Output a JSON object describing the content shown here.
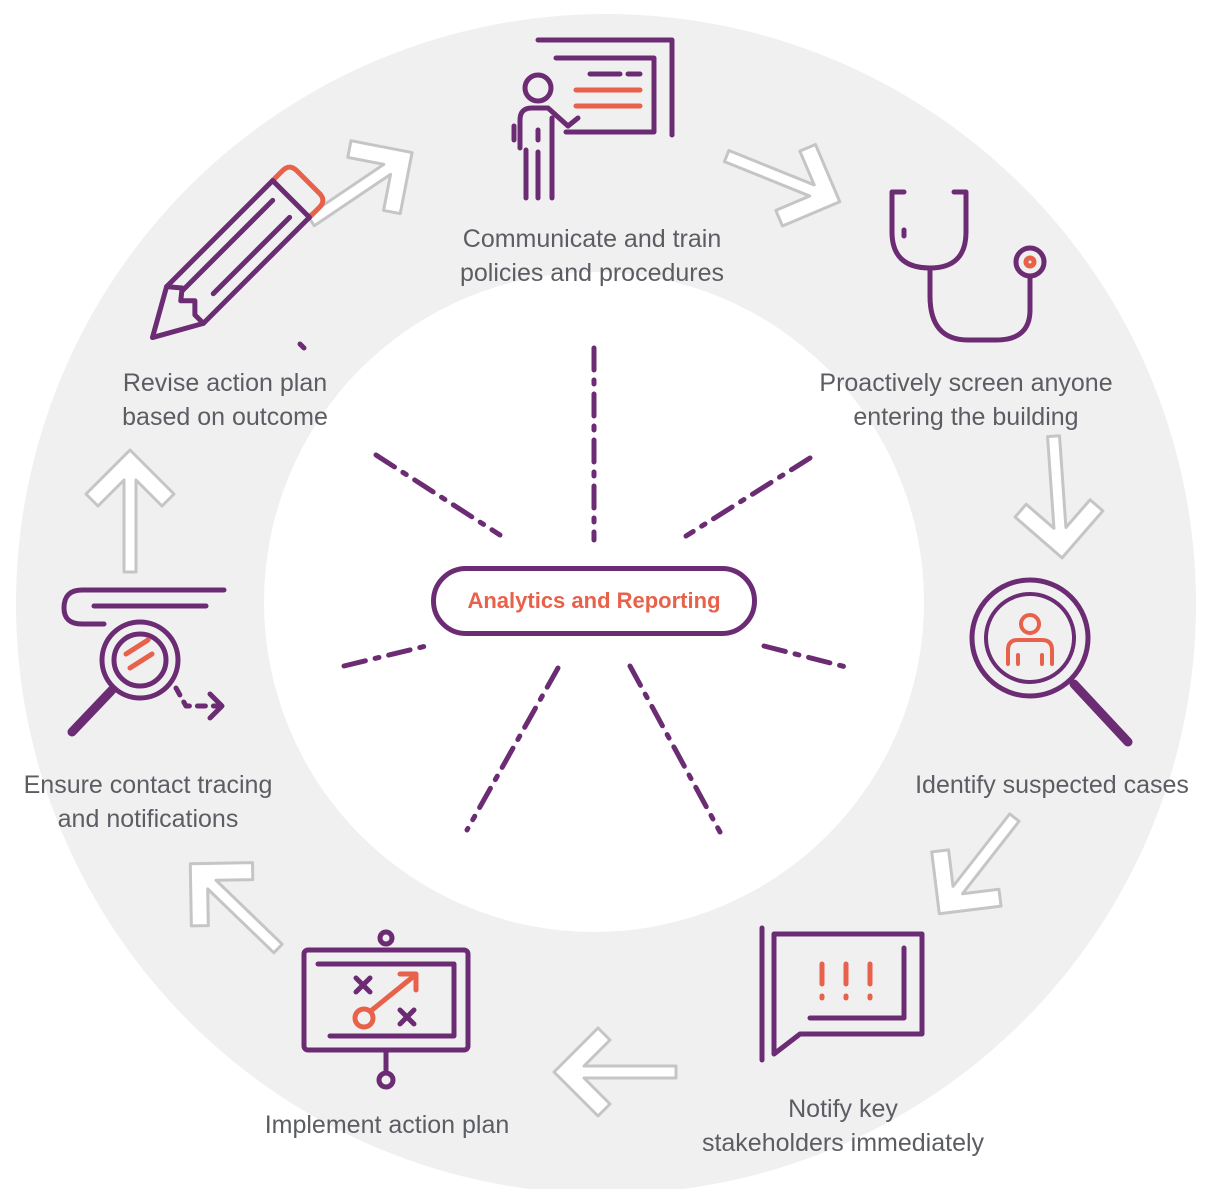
{
  "center": {
    "label": "Analytics and Reporting"
  },
  "steps": [
    {
      "id": "communicate",
      "line1": "Communicate and train",
      "line2": "policies and procedures",
      "icon": "presenter-icon"
    },
    {
      "id": "screen",
      "line1": "Proactively screen anyone",
      "line2": "entering the building",
      "icon": "stethoscope-icon"
    },
    {
      "id": "identify",
      "line1": "Identify suspected cases",
      "line2": "",
      "icon": "magnifier-person-icon"
    },
    {
      "id": "notify",
      "line1": "Notify key",
      "line2": "stakeholders immediately",
      "icon": "speech-bubble-alert-icon"
    },
    {
      "id": "implement",
      "line1": "Implement action plan",
      "line2": "",
      "icon": "strategy-board-icon"
    },
    {
      "id": "trace",
      "line1": "Ensure contact tracing",
      "line2": "and notifications",
      "icon": "trace-magnifier-icon"
    },
    {
      "id": "revise",
      "line1": "Revise action plan",
      "line2": "based on outcome",
      "icon": "pencil-icon"
    }
  ],
  "colors": {
    "purple": "#6b2c73",
    "accent": "#e8614a",
    "ring": "#f1f0f1",
    "arrow": "#c5c5c7",
    "text": "#5b5d63"
  }
}
